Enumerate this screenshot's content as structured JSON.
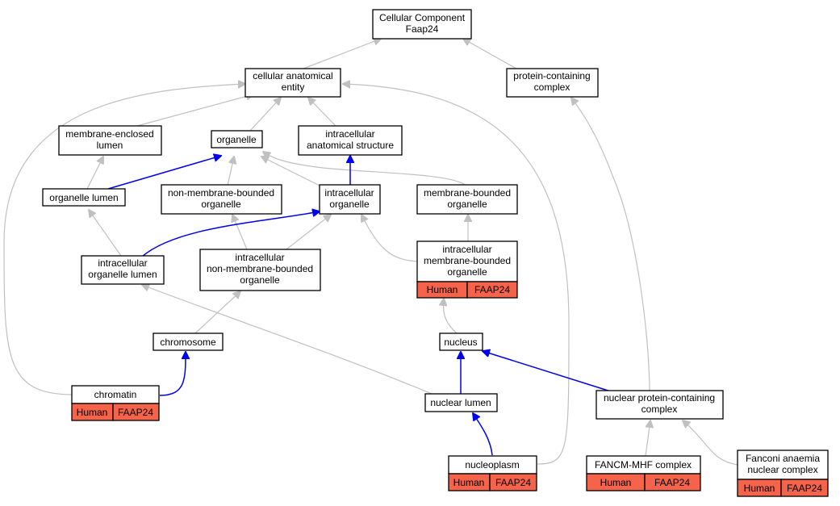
{
  "root": {
    "line1": "Cellular Component",
    "line2": "Faap24"
  },
  "nodes": {
    "cae": {
      "line1": "cellular anatomical",
      "line2": "entity"
    },
    "pcc": {
      "line1": "protein-containing",
      "line2": "complex"
    },
    "mel": {
      "line1": "membrane-enclosed",
      "line2": "lumen"
    },
    "org": {
      "line1": "organelle"
    },
    "ias": {
      "line1": "intracellular",
      "line2": "anatomical structure"
    },
    "orgl": {
      "line1": "organelle lumen"
    },
    "nmbo": {
      "line1": "non-membrane-bounded",
      "line2": "organelle"
    },
    "io": {
      "line1": "intracellular",
      "line2": "organelle"
    },
    "mbo": {
      "line1": "membrane-bounded",
      "line2": "organelle"
    },
    "iol": {
      "line1": "intracellular",
      "line2": "organelle lumen"
    },
    "inmbo": {
      "line1": "intracellular",
      "line2": "non-membrane-bounded",
      "line3": "organelle"
    },
    "imbo": {
      "line1": "intracellular",
      "line2": "membrane-bounded",
      "line3": "organelle"
    },
    "chrom": {
      "line1": "chromosome"
    },
    "nuc": {
      "line1": "nucleus"
    },
    "chrt": {
      "line1": "chromatin"
    },
    "nlum": {
      "line1": "nuclear lumen"
    },
    "npcc": {
      "line1": "nuclear protein-containing",
      "line2": "complex"
    },
    "nplasm": {
      "line1": "nucleoplasm"
    },
    "fmhf": {
      "line1": "FANCM-MHF complex"
    },
    "fanc": {
      "line1": "Fanconi anaemia",
      "line2": "nuclear complex"
    }
  },
  "annotation": {
    "species": "Human",
    "gene": "FAAP24",
    "color": "#f4634a"
  },
  "edge_colors": {
    "is_a": "#c0c0c0",
    "part_of": "#0000ee"
  }
}
